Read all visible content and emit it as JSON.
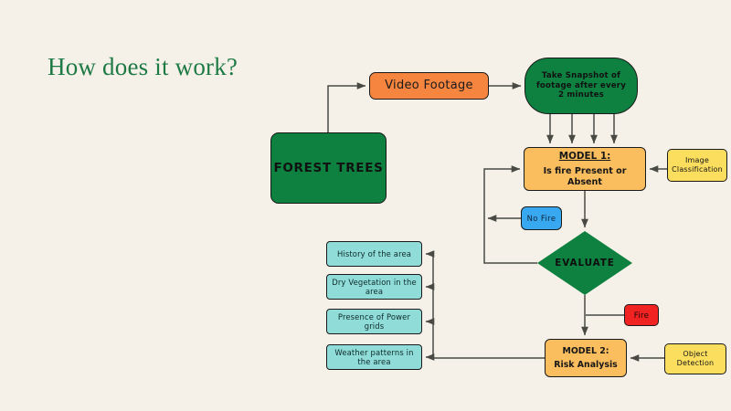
{
  "page": {
    "title": "How does it work?",
    "background_color": "#F5F1E8",
    "title_color": "#1E7A45"
  },
  "nodes": {
    "forest_trees": {
      "label": "FOREST TREES",
      "color": "#0E8140",
      "shape": "rounded-rect"
    },
    "video_footage": {
      "label": "Video Footage",
      "color": "#F5853F",
      "shape": "rounded-rect"
    },
    "take_snapshot": {
      "label": "Take Snapshot of footage after every 2 minutes",
      "color": "#0E8140",
      "shape": "stadium"
    },
    "model_1": {
      "title": "MODEL 1:",
      "subtitle": "Is fire Present or Absent",
      "color": "#FBBE5E",
      "shape": "rounded-rect"
    },
    "image_classification": {
      "line1": "Image",
      "line2": "Classification",
      "color": "#FBDE5E",
      "shape": "rounded-rect"
    },
    "no_fire": {
      "label": "No Fire",
      "color": "#38A8F0",
      "shape": "rounded-rect"
    },
    "evaluate": {
      "label": "EVALUATE",
      "color": "#0E8140",
      "shape": "diamond"
    },
    "fire": {
      "label": "Fire",
      "color": "#F02222",
      "shape": "rounded-rect"
    },
    "model_2": {
      "title": "MODEL 2:",
      "subtitle": "Risk Analysis",
      "color": "#FBBE5E",
      "shape": "rounded-rect"
    },
    "object_detection": {
      "line1": "Object",
      "line2": "Detection",
      "color": "#FBDE5E",
      "shape": "rounded-rect"
    }
  },
  "risk_factors": {
    "color": "#8FDCD8",
    "items": [
      {
        "label": "History of the area"
      },
      {
        "label": "Dry Vegetation in the area"
      },
      {
        "label": "Presence of Power grids"
      },
      {
        "label": "Weather patterns in the area"
      }
    ]
  },
  "connectors": {
    "line_color": "#4a4a45",
    "edges": [
      {
        "from": "forest_trees",
        "to": "video_footage"
      },
      {
        "from": "video_footage",
        "to": "take_snapshot"
      },
      {
        "from": "take_snapshot",
        "to": "model_1"
      },
      {
        "from": "image_classification",
        "to": "model_1"
      },
      {
        "from": "model_1",
        "to": "evaluate"
      },
      {
        "from": "evaluate",
        "to": "no_fire"
      },
      {
        "from": "no_fire",
        "to": "model_1"
      },
      {
        "from": "evaluate",
        "to": "model_2"
      },
      {
        "from": "evaluate",
        "to": "fire"
      },
      {
        "from": "object_detection",
        "to": "model_2"
      },
      {
        "from": "model_2",
        "to": "risk_factors"
      }
    ]
  }
}
